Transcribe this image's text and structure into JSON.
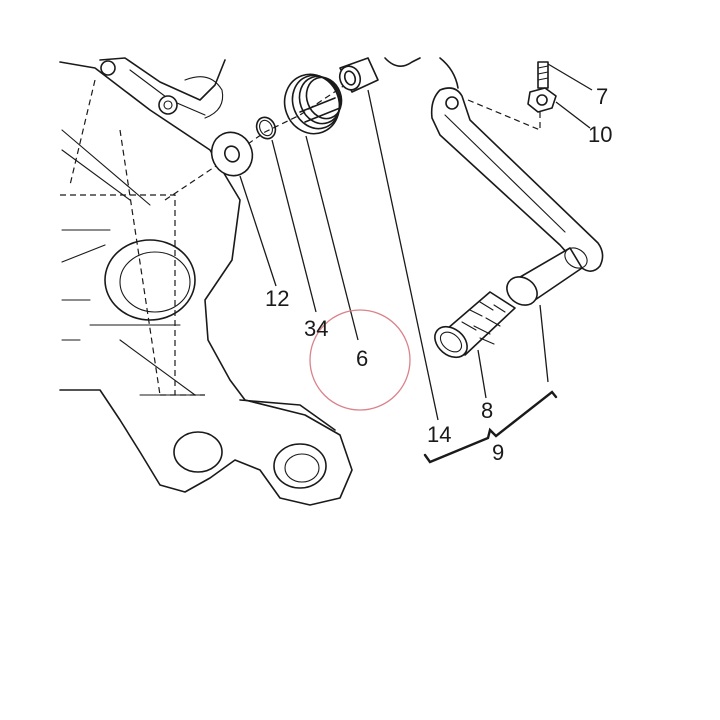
{
  "callouts": {
    "c7": "7",
    "c10": "10",
    "c12": "12",
    "c34": "34",
    "c6": "6",
    "c14": "14",
    "c8": "8",
    "c9": "9"
  },
  "colors": {
    "line": "#1a1a1a",
    "highlight_circle": "#d9838a",
    "background": "#ffffff"
  }
}
